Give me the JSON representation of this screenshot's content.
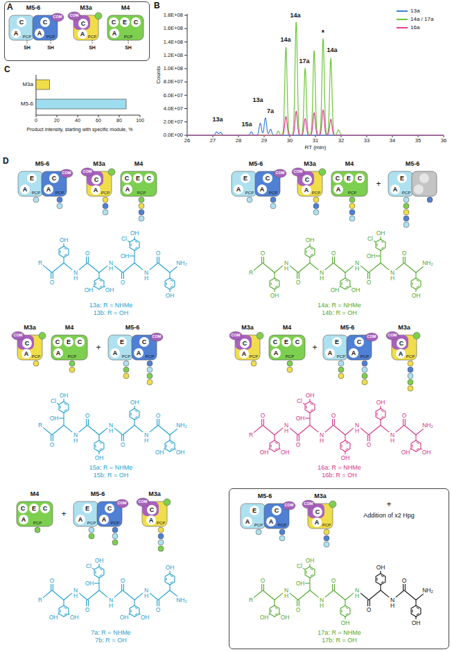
{
  "diagram": {
    "nodes": [
      {
        "text": [
          "A"
        ]
      },
      {
        "text": [
          "M5-6",
          "C",
          "A",
          "PCP",
          "C",
          "A",
          "PCP",
          "COM"
        ],
        "in": 0
      },
      {
        "text": [
          "M3a",
          "COM",
          "C",
          "A",
          "PCP"
        ],
        "in": 0
      },
      {
        "text": [
          "M4",
          "C",
          "E",
          "C",
          "A",
          "PCP"
        ],
        "in": 0
      },
      {
        "text": [
          "M5-6",
          "A",
          "E",
          "PCP",
          "C",
          "A",
          "PCP",
          "COM"
        ]
      },
      {
        "text": [
          "M3a",
          "COM",
          "C",
          "A",
          "PCP"
        ]
      },
      {
        "text": [
          "M4",
          "C",
          "E",
          "C",
          "A",
          "PCP"
        ]
      },
      {
        "text": [
          "M5-6",
          "A",
          "E",
          "PCP",
          "C",
          "A",
          "PCP",
          "COM"
        ]
      },
      {
        "text": [
          "M3a",
          "COM",
          "C",
          "A",
          "PCP"
        ]
      },
      {
        "text": [
          "M4",
          "C",
          "E",
          "C",
          "A",
          "PCP"
        ]
      },
      {
        "text": [
          "M5-6",
          "A",
          "E",
          "PCP"
        ]
      },
      {
        "text": [
          "M3a",
          "COM",
          "C",
          "A",
          "PCP"
        ]
      },
      {
        "text": [
          "M4",
          "C",
          "E",
          "C",
          "A",
          "PCP"
        ]
      },
      {
        "text": [
          "M5-6",
          "A",
          "E",
          "PCP",
          "C",
          "A",
          "PCP",
          "COM"
        ]
      },
      {
        "text": [
          "M3a",
          "COM",
          "C",
          "A",
          "PCP"
        ]
      },
      {
        "text": [
          "M4",
          "C",
          "E",
          "C",
          "A",
          "PCP"
        ]
      },
      {
        "text": [
          "M5-6",
          "A",
          "E",
          "PCP",
          "C",
          "A",
          "PCP",
          "COM"
        ]
      },
      {
        "text": [
          "M3a",
          "COM",
          "C",
          "A",
          "PCP"
        ]
      },
      {
        "text": [
          "M4",
          "C",
          "E",
          "C",
          "A",
          "PCP"
        ]
      },
      {
        "text": [
          "M5-6",
          "A",
          "E",
          "PCP",
          "C",
          "A",
          "PCP",
          "COM"
        ]
      },
      {
        "text": [
          "M3a",
          "COM",
          "C",
          "A",
          "PCP"
        ]
      },
      {
        "text": [
          "+",
          "Addition of x2 Hpg"
        ]
      },
      {
        "text": [
          "M5-6",
          "A",
          "E",
          "PCP",
          "C",
          "A",
          "PCP",
          "COM"
        ],
        "in": 21
      },
      {
        "text": [
          "M3a",
          "COM",
          "C",
          "A",
          "PCP"
        ],
        "in": 21
      }
    ],
    "labels": [
      "SH",
      "SH",
      "SH",
      "SH",
      "B",
      "1.8E+08",
      "1.6E+08",
      "1.4E+08",
      "1.2E+08",
      "1.0E+08",
      "8.0E+07",
      "6.0E+07",
      "4.0E+07",
      "2.0E+07",
      "0.0E+00",
      "26",
      "27",
      "28",
      "29",
      "30",
      "31",
      "32",
      "33",
      "34",
      "35",
      "36",
      "RT (min)",
      "Counts",
      "13a",
      "15a",
      "13a",
      "7a",
      "14a",
      "14a",
      "17a",
      "*",
      "14a",
      "C",
      "M3a",
      "M5-6",
      "0",
      "20",
      "40",
      "60",
      "80",
      "100",
      "Product intensity, starting with specific module, %",
      "D",
      "+",
      "+",
      "+",
      "+",
      "R",
      "O",
      "OH",
      "N H",
      "O",
      "OH",
      "OH",
      "N H",
      "O",
      "OH",
      "Cl",
      "OH",
      "N H",
      "O",
      "OH",
      "NH₂",
      "13a: R = NHMe",
      "13b: R = OH",
      "R",
      "O",
      "OH",
      "N H",
      "O",
      "OH",
      "N H",
      "O",
      "OH",
      "OH",
      "N H",
      "O",
      "OH",
      "Cl",
      "OH",
      "N H",
      "O",
      "OH",
      "NH₂",
      "14a: R = NHMe",
      "14b: R = OH",
      "R",
      "O",
      "OH",
      "Cl",
      "OH",
      "N H",
      "O",
      "OH",
      "N H",
      "O",
      "OH",
      "N H",
      "O",
      "OH",
      "OH",
      "NH₂",
      "15a: R = NHMe",
      "15b: R = OH",
      "R",
      "O",
      "OH",
      "OH",
      "N H",
      "O",
      "OH",
      "Cl",
      "OH",
      "N H",
      "O",
      "OH",
      "N H",
      "O",
      "OH",
      "N H",
      "O",
      "OH",
      "OH",
      "NH₂",
      "16a: R = NHMe",
      "16b: R = OH",
      "R",
      "O",
      "OH",
      "OH",
      "N H",
      "O",
      "OH",
      "Cl",
      "OH",
      "N H",
      "O",
      "OH",
      "OH",
      "N H",
      "O",
      "OH",
      "NH₂",
      "7a: R = NHMe",
      "7b: R = OH",
      "R",
      "O",
      "OH",
      "OH",
      "N H",
      "O",
      "OH",
      "Cl",
      "OH",
      "N H",
      "O",
      "OH",
      "N H",
      "O",
      "OH",
      "N H",
      "O",
      "OH",
      "NH₂",
      "17a: R = NHMe",
      "17b: R = OH"
    ],
    "legend": [
      {
        "text": "13a",
        "color": "#3d7fd9"
      },
      {
        "text": "14a / 17a",
        "color": "#6cc73a"
      },
      {
        "text": "16a",
        "color": "#e03c96"
      }
    ]
  }
}
